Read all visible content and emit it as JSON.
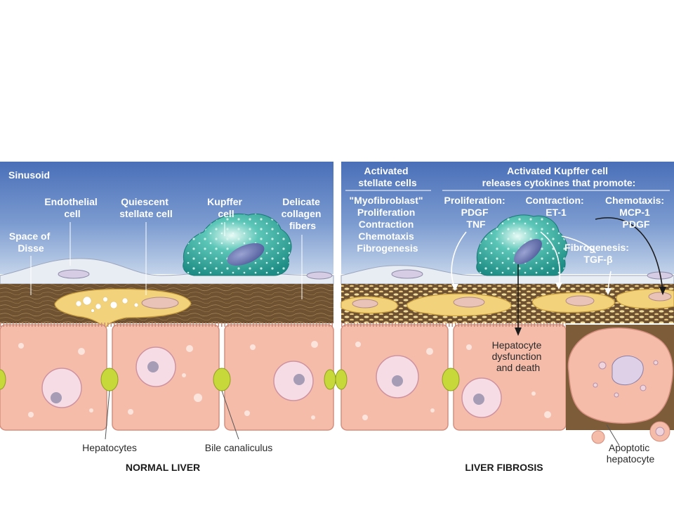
{
  "normal_panel": {
    "caption": "NORMAL LIVER",
    "labels": {
      "sinusoid": "Sinusoid",
      "endothelial": [
        "Endothelial",
        "cell"
      ],
      "quiescent": [
        "Quiescent",
        "stellate cell"
      ],
      "kupffer": [
        "Kupffer",
        "cell"
      ],
      "delicate": [
        "Delicate",
        "collagen",
        "fibers"
      ],
      "disse": [
        "Space of",
        "Disse"
      ],
      "hepatocytes": "Hepatocytes",
      "bile": "Bile canaliculus"
    }
  },
  "fibrosis_panel": {
    "caption": "LIVER FIBROSIS",
    "labels": {
      "activated_stellate": [
        "Activated",
        "stellate cells"
      ],
      "activated_kupffer": [
        "Activated Kupffer cell",
        "releases cytokines that promote:"
      ],
      "myofibroblast": [
        "\"Myofibroblast\"",
        "Proliferation",
        "Contraction",
        "Chemotaxis",
        "Fibrogenesis"
      ],
      "proliferation": [
        "Proliferation:",
        "PDGF",
        "TNF"
      ],
      "contraction": [
        "Contraction:",
        "ET-1"
      ],
      "chemotaxis": [
        "Chemotaxis:",
        "MCP-1",
        "PDGF"
      ],
      "fibrogenesis": [
        "Fibrogenesis:",
        "TGF-β"
      ],
      "hepatocyte_dysfunction": [
        "Hepatocyte",
        "dysfunction",
        "and death"
      ],
      "apoptotic": [
        "Apoptotic",
        "hepatocyte"
      ]
    }
  },
  "colors": {
    "sinusoid_top": "#4a6fb8",
    "sinusoid_bottom": "#b9cbe4",
    "endothelium": "#dfe5ef",
    "disse": "#6b4e2e",
    "stellate": "#f2d27a",
    "kupffer": "#2aa89a",
    "hepatocyte": "#f5b9a8",
    "canaliculus": "#c8d838"
  }
}
